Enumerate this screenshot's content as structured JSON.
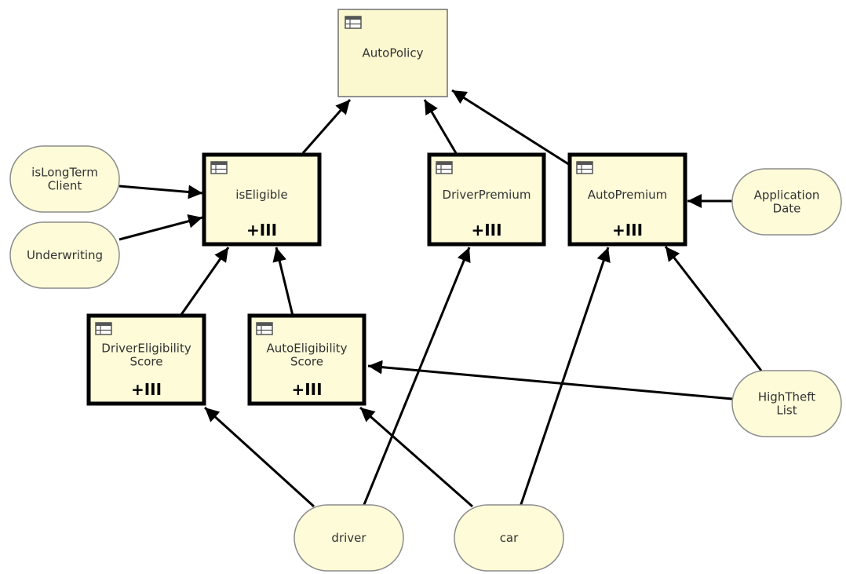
{
  "colors": {
    "node_fill": "#fdfbd8",
    "node_fill_light": "#fbf8d0",
    "input_border": "#8c8c8c",
    "decision_border_thick": "#000000",
    "decision_border_thin": "#6f6f6f",
    "edge": "#000000",
    "label": "#333333"
  },
  "icons": {
    "decision_table": "decision-table-icon",
    "expand": "expand-collapsed-icon"
  },
  "expand_glyph": "+III",
  "decisions": [
    {
      "id": "autopolicy",
      "lines": [
        "AutoPolicy"
      ],
      "expandable": false
    },
    {
      "id": "iseligible",
      "lines": [
        "isEligible"
      ],
      "expandable": true
    },
    {
      "id": "driverpremium",
      "lines": [
        "DriverPremium"
      ],
      "expandable": true
    },
    {
      "id": "autopremium",
      "lines": [
        "AutoPremium"
      ],
      "expandable": true
    },
    {
      "id": "drivereligibility",
      "lines": [
        "DriverEligibility",
        "Score"
      ],
      "expandable": true
    },
    {
      "id": "autoeligibility",
      "lines": [
        "AutoEligibility",
        "Score"
      ],
      "expandable": true
    }
  ],
  "inputs": [
    {
      "id": "islongterm",
      "lines": [
        "isLongTerm",
        "Client"
      ]
    },
    {
      "id": "underwriting",
      "lines": [
        "Underwriting"
      ]
    },
    {
      "id": "applicationdate",
      "lines": [
        "Application",
        "Date"
      ]
    },
    {
      "id": "hightheft",
      "lines": [
        "HighTheft",
        "List"
      ]
    },
    {
      "id": "driver",
      "lines": [
        "driver"
      ]
    },
    {
      "id": "car",
      "lines": [
        "car"
      ]
    }
  ],
  "edges": [
    {
      "from": "iseligible",
      "to": "autopolicy"
    },
    {
      "from": "driverpremium",
      "to": "autopolicy"
    },
    {
      "from": "autopremium",
      "to": "autopolicy"
    },
    {
      "from": "islongterm",
      "to": "iseligible"
    },
    {
      "from": "underwriting",
      "to": "iseligible"
    },
    {
      "from": "drivereligibility",
      "to": "iseligible"
    },
    {
      "from": "autoeligibility",
      "to": "iseligible"
    },
    {
      "from": "applicationdate",
      "to": "autopremium"
    },
    {
      "from": "hightheft",
      "to": "autopremium"
    },
    {
      "from": "hightheft",
      "to": "autoeligibility"
    },
    {
      "from": "driver",
      "to": "drivereligibility"
    },
    {
      "from": "driver",
      "to": "driverpremium"
    },
    {
      "from": "car",
      "to": "autoeligibility"
    },
    {
      "from": "car",
      "to": "autopremium"
    }
  ]
}
